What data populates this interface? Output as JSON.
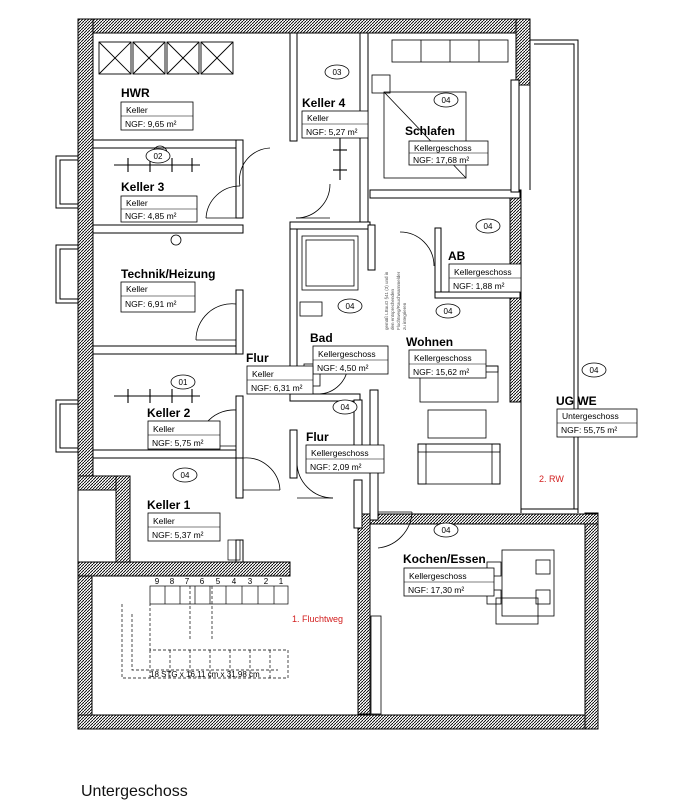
{
  "caption": "Untergeschoss",
  "rooms": {
    "hwr": {
      "name": "HWR",
      "type": "Keller",
      "area": "NGF: 9,65 m²"
    },
    "keller4": {
      "name": "Keller 4",
      "type": "Keller",
      "area": "NGF: 5,27 m²"
    },
    "schlafen": {
      "name": "Schlafen",
      "type": "Kellergeschoss",
      "area": "NGF:   17,68 m²"
    },
    "keller3": {
      "name": "Keller 3",
      "type": "Keller",
      "area": "NGF: 4,85 m²"
    },
    "technik": {
      "name": "Technik/Heizung",
      "type": "Keller",
      "area": "NGF:        6,91 m²"
    },
    "ab": {
      "name": "AB",
      "type": "Kellergeschoss",
      "area": "NGF:     1,88 m²"
    },
    "bad": {
      "name": "Bad",
      "type": "Kellergeschoss",
      "area": "NGF:     4,50 m²"
    },
    "wohnen": {
      "name": "Wohnen",
      "type": "Kellergeschoss",
      "area": "NGF:   15,62 m²"
    },
    "flur1": {
      "name": "Flur",
      "type": "Keller",
      "area": "NGF: 6,31 m²"
    },
    "ugwe": {
      "name": "UG WE",
      "type": "Untergeschoss",
      "area": "NGF: 55,75 m²"
    },
    "keller2": {
      "name": "Keller 2",
      "type": "Keller",
      "area": "NGF: 5,75 m²"
    },
    "flur2": {
      "name": "Flur",
      "type": "Kellergeschoss",
      "area": "NGF:     2,09 m²"
    },
    "keller1": {
      "name": "Keller 1",
      "type": "Keller",
      "area": "NGF: 5,37 m²"
    },
    "kochen": {
      "name": "Kochen/Essen",
      "type": "Kellergeschoss",
      "area": "NGF:       17,30 m²"
    }
  },
  "tags": [
    "03",
    "04",
    "02",
    "04",
    "04",
    "04",
    "01",
    "04",
    "04",
    "04",
    "04"
  ],
  "labels": {
    "fluchtweg1": "1. Fluchtweg",
    "rw2": "2. RW",
    "stairs": "18 STG x 16,11 cm x 31,98 cm",
    "stair_numbers": [
      "9",
      "8",
      "7",
      "6",
      "5",
      "4",
      "3",
      "2",
      "1"
    ]
  },
  "note": [
    "gemäß LBauO §41 (3) und in",
    "den entsprechenden",
    "Fluchtweg/Rauchwarnmelder",
    "zu integrieren"
  ]
}
